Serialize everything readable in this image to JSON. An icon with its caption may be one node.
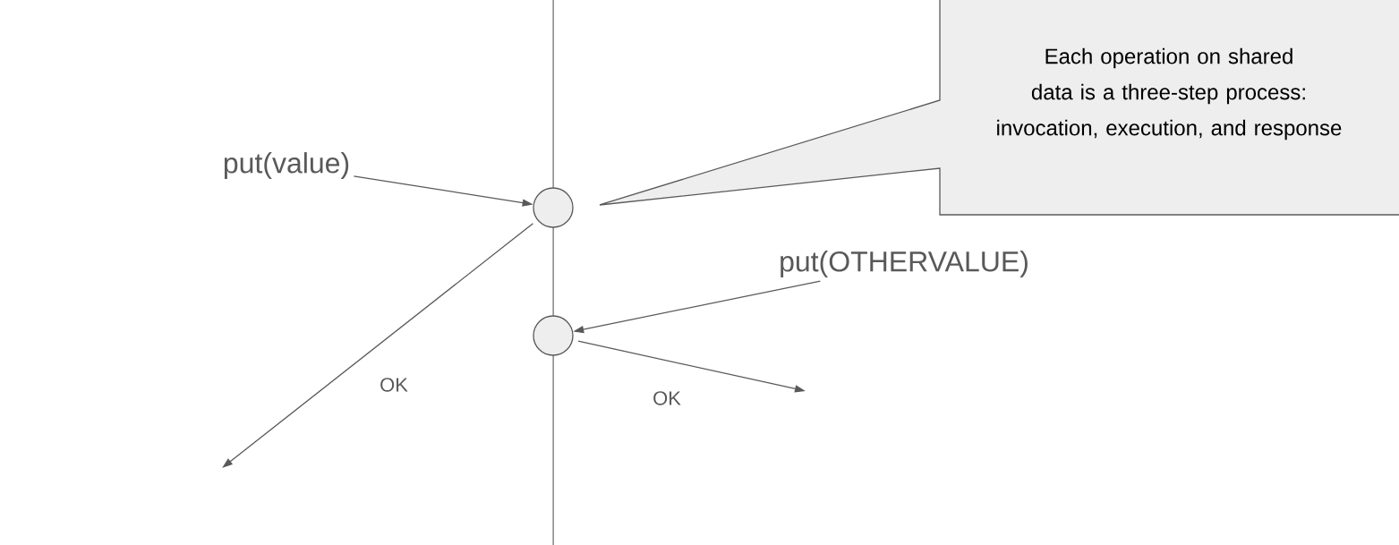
{
  "diagram": {
    "nodes": [
      {
        "text": [
          "put(value)"
        ]
      },
      {
        "text": [],
        "shape": "circle"
      },
      {
        "text": [
          "Each operation on shared data is a three-step process: invocation, execution, and response"
        ]
      },
      {
        "text": [
          "put(OTHERVALUE)"
        ]
      },
      {
        "text": [],
        "shape": "circle"
      }
    ],
    "edges": [
      {
        "from": 0,
        "to": 1,
        "arrow": "to"
      },
      {
        "from": 3,
        "to": 4,
        "arrow": "to"
      },
      {
        "from": 1,
        "to": null,
        "arrow": "to",
        "label": "OK"
      },
      {
        "from": 4,
        "to": null,
        "arrow": "to",
        "label": "OK"
      }
    ]
  }
}
